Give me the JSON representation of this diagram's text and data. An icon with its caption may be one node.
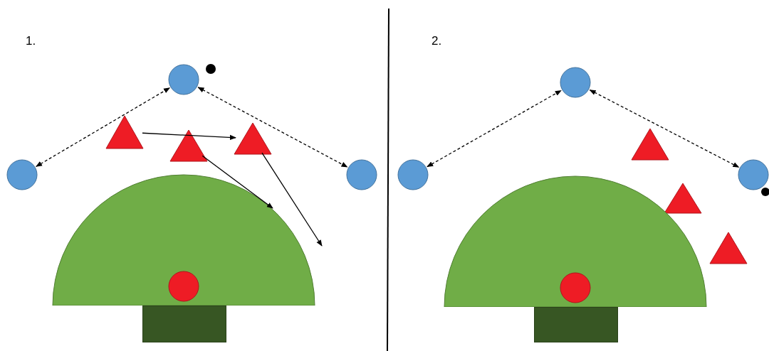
{
  "diagram": {
    "nodes": [
      {
        "text": [],
        "shape": "circle"
      },
      {
        "text": [],
        "shape": "dot"
      },
      {
        "text": [],
        "shape": "circle"
      },
      {
        "text": [],
        "shape": "triangle"
      },
      {
        "text": [],
        "shape": "triangle"
      },
      {
        "text": [],
        "shape": "triangle"
      },
      {
        "text": [],
        "shape": "circle"
      },
      {
        "text": [],
        "shape": "semicircle"
      },
      {
        "text": [],
        "shape": "circle",
        "in": 7
      },
      {
        "text": [],
        "shape": "box"
      },
      {
        "text": [],
        "shape": "circle"
      },
      {
        "text": [],
        "shape": "circle"
      },
      {
        "text": [],
        "shape": "triangle"
      },
      {
        "text": [],
        "shape": "circle"
      },
      {
        "text": [],
        "shape": "dot"
      },
      {
        "text": [],
        "shape": "triangle"
      },
      {
        "text": [],
        "shape": "triangle"
      },
      {
        "text": [],
        "shape": "semicircle"
      },
      {
        "text": [],
        "shape": "circle",
        "in": 17
      },
      {
        "text": [],
        "shape": "box"
      }
    ],
    "edges": [
      {
        "from": 2,
        "to": 0,
        "arrow": "both",
        "style": "dashed"
      },
      {
        "from": 0,
        "to": 6,
        "arrow": "both",
        "style": "dashed"
      },
      {
        "from": 3,
        "to": 5,
        "arrow": "to"
      },
      {
        "from": 4,
        "to": 7,
        "arrow": "to"
      },
      {
        "from": 5,
        "to": null,
        "arrow": "to"
      },
      {
        "from": 11,
        "to": 10,
        "arrow": "both",
        "style": "dashed"
      },
      {
        "from": 10,
        "to": 13,
        "arrow": "both",
        "style": "dashed"
      }
    ],
    "labels": [
      "1.",
      "2."
    ]
  }
}
